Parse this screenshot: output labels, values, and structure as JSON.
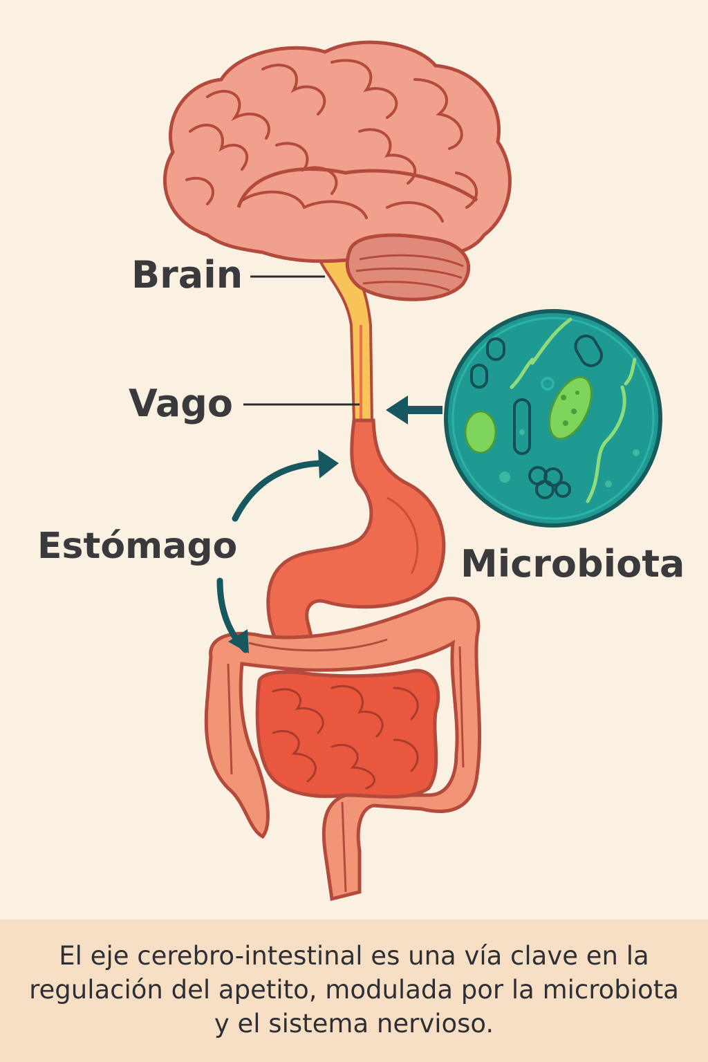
{
  "labels": {
    "brain": "Brain",
    "vagus": "Vago",
    "stomach": "Estómago",
    "microbiota": "Microbiota"
  },
  "caption": "El eje cerebro-intestinal es una vía clave en la regulación del apetito, modulada por la microbiota y el sistema nervioso.",
  "colors": {
    "background": "#fbf1e3",
    "caption_band": "#f7dfc6",
    "brain": "#f1a08e",
    "outline": "#b34a3c",
    "spinal_cord": "#f8c45a",
    "stomach": "#ee6b4f",
    "colon": "#f29577",
    "microbiota_circle": "#1f9a93",
    "arrow": "#17575f",
    "bacteria": "#7fd45c"
  }
}
